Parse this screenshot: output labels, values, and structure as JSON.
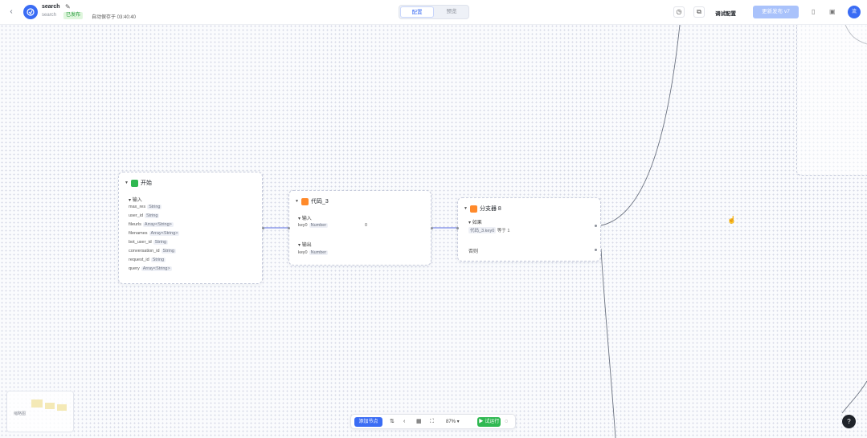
{
  "header": {
    "app_name": "search",
    "app_sub": "search",
    "status": "已发布",
    "autosave": "自动保存于 03:40:40",
    "modes": [
      "配置",
      "预览"
    ],
    "env_config": "调试配置",
    "publish_label": "更新发布 v7",
    "avatar_text": "流"
  },
  "nodes": {
    "start": {
      "title": "开始",
      "section": "输入",
      "fields": [
        {
          "name": "max_res",
          "type": "String"
        },
        {
          "name": "user_id",
          "type": "String"
        },
        {
          "name": "fileurls",
          "type": "Array<String>"
        },
        {
          "name": "filenames",
          "type": "Array<String>"
        },
        {
          "name": "bot_user_id",
          "type": "String"
        },
        {
          "name": "conversation_id",
          "type": "String"
        },
        {
          "name": "request_id",
          "type": "String"
        },
        {
          "name": "query",
          "type": "Array<String>"
        }
      ]
    },
    "var": {
      "title": "代码_3",
      "input_section": "输入",
      "input_field": {
        "name": "key0",
        "type": "Number",
        "value": "0"
      },
      "output_section": "输出",
      "output_field": {
        "name": "key0",
        "type": "Number"
      }
    },
    "branch": {
      "title": "分支器 8",
      "if_label": "如果",
      "if_condition": {
        "name": "代码_3.key0",
        "op": "等于",
        "value": "1"
      },
      "else_label": "否则"
    }
  },
  "toolbar": {
    "add_label": "添加节点",
    "zoom": "87%",
    "run_label": "试运行"
  },
  "minimap": {
    "label": "缩略图"
  },
  "help": "?",
  "colors": {
    "accent": "#3a6cf4",
    "start_icon": "#2fb851",
    "code_icon": "#ff8a2b",
    "branch_icon": "#ff8a2b",
    "run": "#2fb851"
  }
}
